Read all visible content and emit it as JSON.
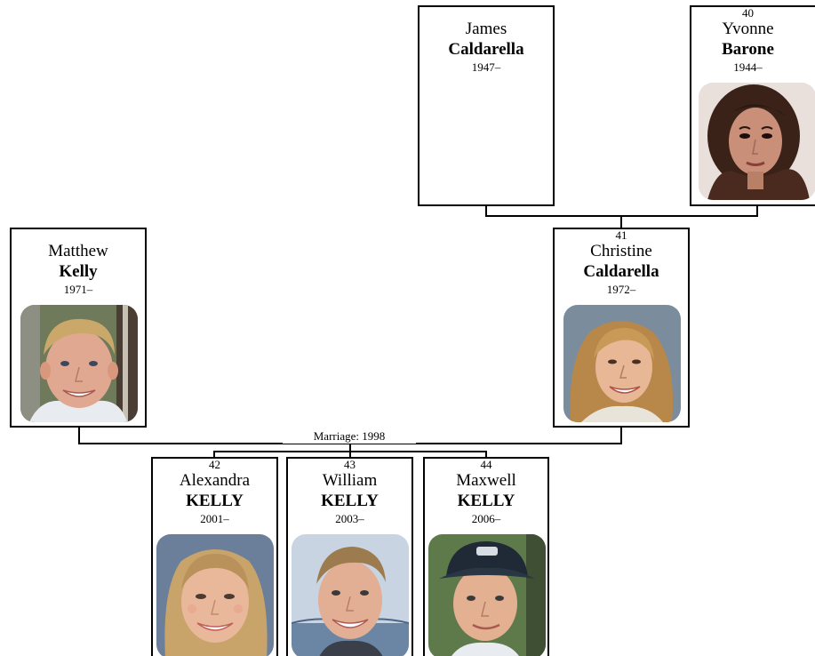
{
  "people": {
    "james": {
      "number": "",
      "given": "James",
      "surname": "Caldarella",
      "years": "1947–"
    },
    "yvonne": {
      "number": "40",
      "given": "Yvonne",
      "surname": "Barone",
      "years": "1944–",
      "photo_icon": "portrait-woman-dark-hair"
    },
    "matthew": {
      "number": "",
      "given": "Matthew",
      "surname": "Kelly",
      "years": "1971–",
      "photo_icon": "portrait-man-blond"
    },
    "christine": {
      "number": "41",
      "given": "Christine",
      "surname": "Caldarella",
      "years": "1972–",
      "photo_icon": "portrait-woman-blonde"
    },
    "alexandra": {
      "number": "42",
      "given": "Alexandra",
      "surname": "KELLY",
      "years": "2001–",
      "photo_icon": "portrait-girl-blonde"
    },
    "william": {
      "number": "43",
      "given": "William",
      "surname": "KELLY",
      "years": "2003–",
      "photo_icon": "portrait-young-man"
    },
    "maxwell": {
      "number": "44",
      "given": "Maxwell",
      "surname": "KELLY",
      "years": "2006–",
      "photo_icon": "portrait-boy-cap"
    }
  },
  "marriage_label": "Marriage: 1998",
  "colors": {
    "border": "#000000",
    "line": "#000000",
    "background": "#ffffff"
  }
}
